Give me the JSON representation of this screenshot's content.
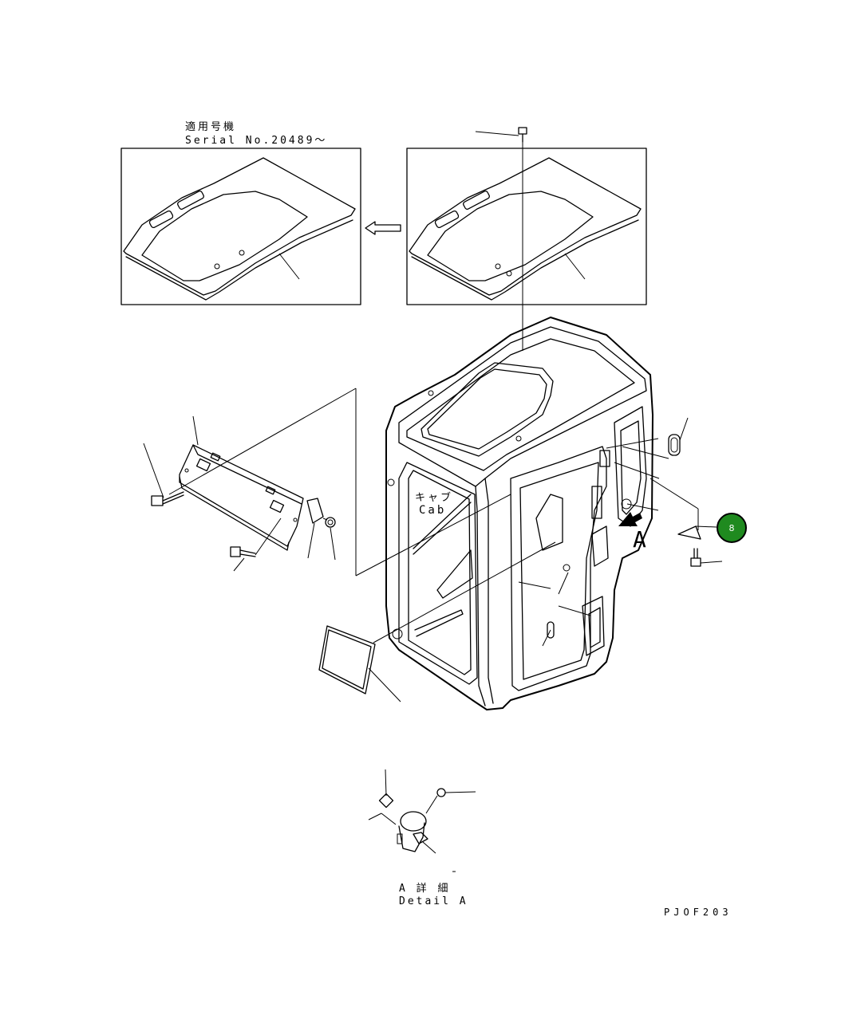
{
  "labels": {
    "serial_jp": "適用号機",
    "serial_en": "Serial No.20489～",
    "cab_jp": "キャブ",
    "cab_en": "Cab",
    "view_letter": "A",
    "detail_jp": "A 詳 細",
    "detail_en": "Detail A",
    "drawing_code": "PJOF203"
  },
  "callouts": [
    {
      "number": "8",
      "color": "#1f8a1f"
    }
  ]
}
